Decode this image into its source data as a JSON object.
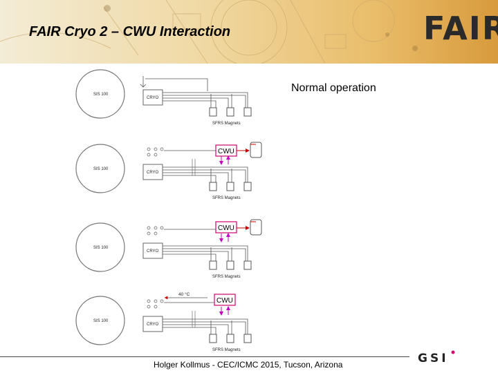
{
  "slide": {
    "title": "FAIR Cryo 2 – CWU Interaction",
    "logo_text": "FAIR",
    "subtitle": "Normal operation",
    "footer": "Holger Kollmus - CEC/ICMC 2015, Tucson, Arizona",
    "gsi_logo": "GSI"
  },
  "panels": [
    {
      "ring_label": "SIS 100",
      "cryo_label": "CRYO",
      "magnets_label": "SFRS Magnets"
    },
    {
      "ring_label": "SIS 100",
      "cryo_label": "CRYO",
      "cwu_label": "CWU",
      "magnets_label": "SFRS Magnets"
    },
    {
      "ring_label": "SIS 100",
      "cryo_label": "CRYO",
      "cwu_label": "CWU",
      "magnets_label": "SFRS Magnets"
    },
    {
      "ring_label": "SIS 100",
      "cryo_label": "CRYO",
      "cwu_label": "CWU",
      "temp_label": "40 °C",
      "magnets_label": "SFRS Magnets"
    }
  ],
  "colors": {
    "cwu_border": "#d0006f",
    "arrow_red": "#cc0000",
    "arrow_magenta": "#c000c0",
    "line_gray": "#555555"
  }
}
